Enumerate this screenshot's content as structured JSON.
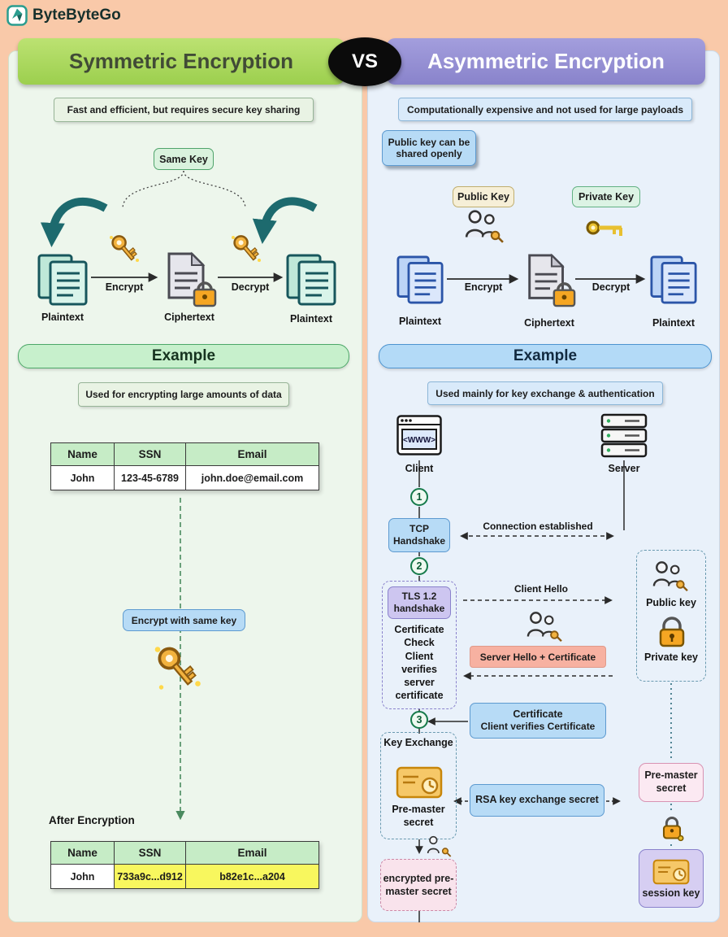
{
  "brand": {
    "name": "ByteByteGo"
  },
  "vs_label": "VS",
  "colors": {
    "background": "#f9c9a9",
    "left_header": "#9ccf4e",
    "right_header": "#8983cb",
    "teal_arrow": "#1d6a6e",
    "highlight_yellow": "#f8f75e",
    "blue_badge": "#b7dbf6",
    "salmon_badge": "#f7b1a1"
  },
  "left": {
    "title": "Symmetric Encryption",
    "note": "Fast and efficient, but requires secure key sharing",
    "same_key_label": "Same Key",
    "flow": {
      "plaintext_left": "Plaintext",
      "encrypt": "Encrypt",
      "ciphertext": "Ciphertext",
      "decrypt": "Decrypt",
      "plaintext_right": "Plaintext"
    },
    "example_title": "Example",
    "example_note": "Used for encrypting large amounts of data",
    "table_before": {
      "headers": [
        "Name",
        "SSN",
        "Email"
      ],
      "row": [
        "John",
        "123-45-6789",
        "john.doe@email.com"
      ]
    },
    "encrypt_badge": "Encrypt with same key",
    "after_encryption_label": "After Encryption",
    "table_after": {
      "headers": [
        "Name",
        "SSN",
        "Email"
      ],
      "row": [
        "John",
        "733a9c...d912",
        "b82e1c...a204"
      ]
    }
  },
  "right": {
    "title": "Asymmetric Encryption",
    "note": "Computationally expensive and not used for large payloads",
    "public_key_note": "Public key can be shared openly",
    "public_key_label": "Public Key",
    "private_key_label": "Private Key",
    "flow": {
      "plaintext_left": "Plaintext",
      "encrypt": "Encrypt",
      "ciphertext": "Ciphertext",
      "decrypt": "Decrypt",
      "plaintext_right": "Plaintext"
    },
    "example_title": "Example",
    "example_note": "Used mainly for key exchange & authentication",
    "client_label": "Client",
    "client_glyph": "<WWW>",
    "server_label": "Server",
    "steps": {
      "step1": "1",
      "tcp_handshake": "TCP Handshake",
      "connection_established": "Connection established",
      "step2": "2",
      "tls_handshake": "TLS 1.2 handshake",
      "certificate_check": "Certificate Check Client verifies server certificate",
      "client_hello": "Client Hello",
      "server_hello": "Server Hello + Certificate",
      "step3": "3",
      "certificate_verify_title": "Certificate",
      "certificate_verify": "Client verifies Certificate",
      "key_exchange": "Key Exchange",
      "pre_master_secret": "Pre-master secret",
      "rsa_exchange": "RSA key exchange secret",
      "encrypted_pre_master": "encrypted pre-master secret"
    },
    "server_keys": {
      "public_key": "Public key",
      "private_key": "Private key",
      "pre_master_secret": "Pre-master secret",
      "session_key": "session key"
    }
  }
}
